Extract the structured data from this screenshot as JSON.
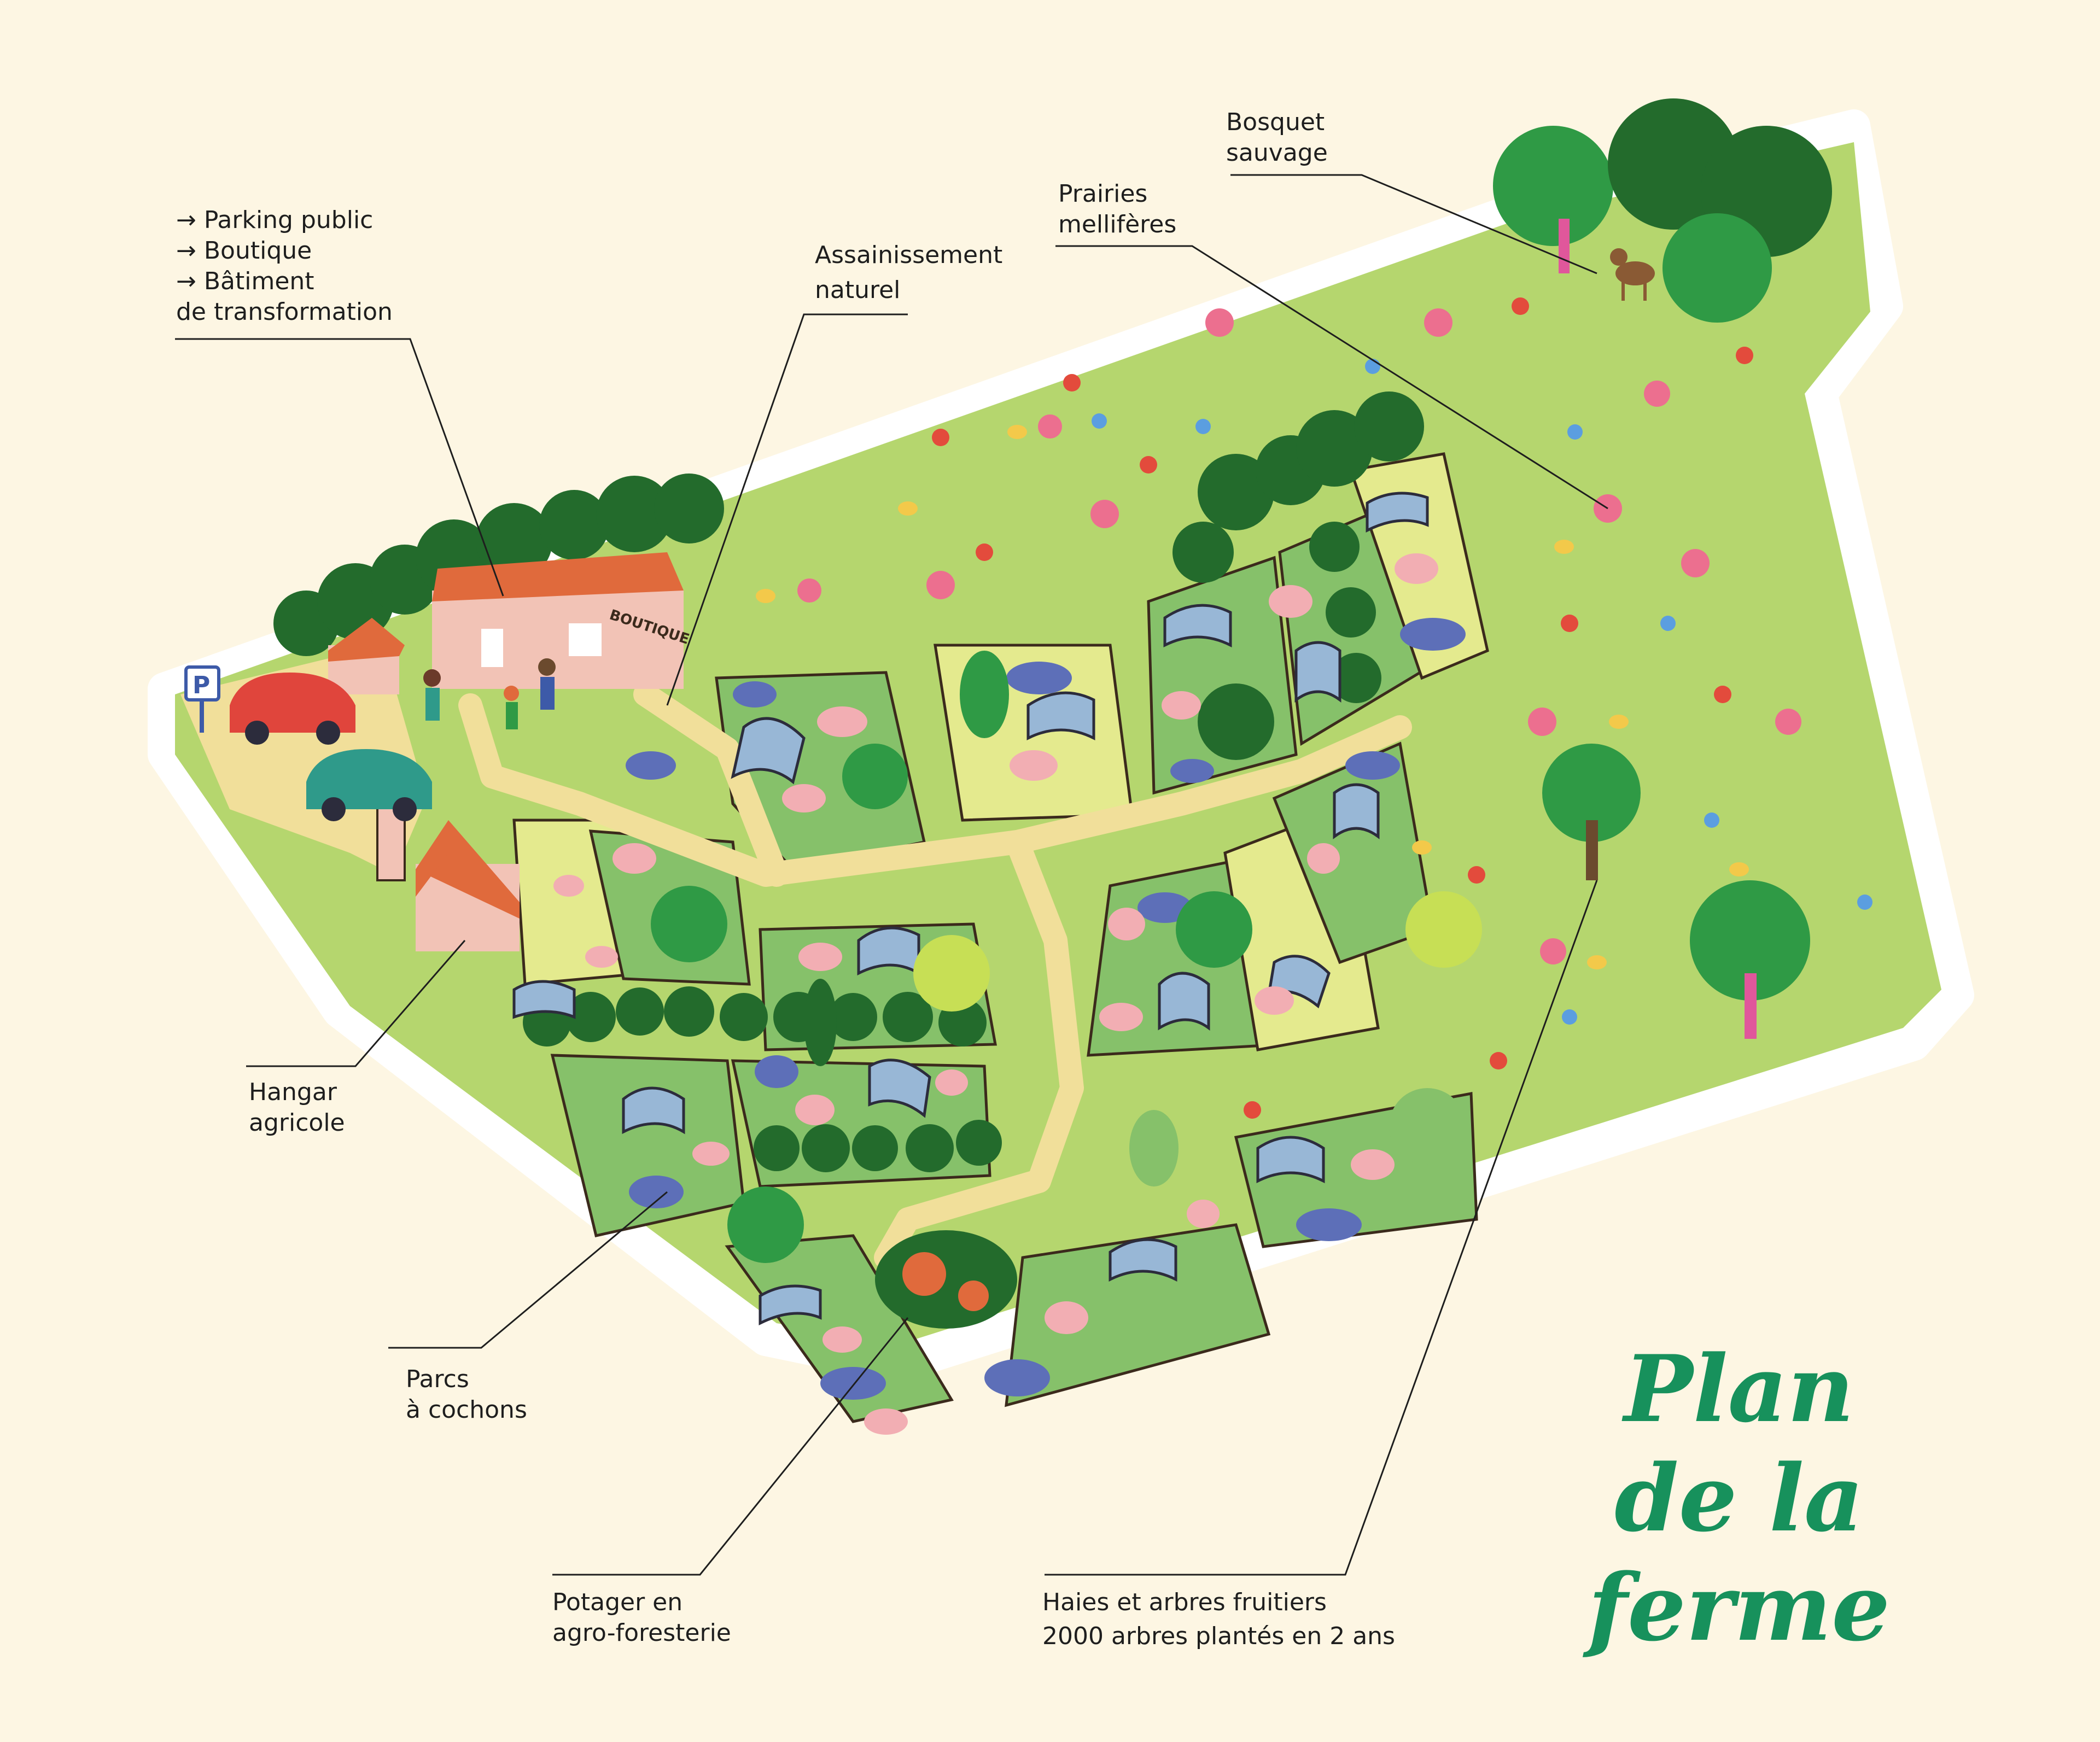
{
  "title": {
    "line1": "Plan",
    "line2": "de la ferme"
  },
  "labels": {
    "parking": {
      "line1": "→ Parking public",
      "line2": "→ Boutique",
      "line3": "→ Bâtiment",
      "line4": "de transformation"
    },
    "assainissement": {
      "line1": "Assainissement",
      "line2": "naturel"
    },
    "prairies": {
      "line1": "Prairies",
      "line2": "mellifères"
    },
    "bosquet": {
      "line1": "Bosquet",
      "line2": "sauvage"
    },
    "hangar": {
      "line1": "Hangar",
      "line2": "agricole"
    },
    "parcs": {
      "line1": "Parcs",
      "line2": "à cochons"
    },
    "potager": {
      "line1": "Potager en",
      "line2": "agro-foresterie"
    },
    "haies": {
      "line1": "Haies et arbres fruitiers",
      "line2": "2000 arbres plantés en 2 ans"
    }
  },
  "map": {
    "boutique_sign": "BOUTIQUE",
    "parking_sign": "P"
  },
  "colors": {
    "background": "#fdf6e3",
    "land": "#b5d66e",
    "pens": "#86c16a",
    "yellow_pens": "#e4ea8e",
    "path": "#f1df9a",
    "hedge": "#236b2c",
    "tree": "#2f9a45",
    "roof": "#e06a3c",
    "building": "#f2c3b6",
    "pig": "#f2aeb3",
    "pond": "#5d6fb8",
    "shelter": "#98b7d6",
    "title": "#17915c"
  }
}
